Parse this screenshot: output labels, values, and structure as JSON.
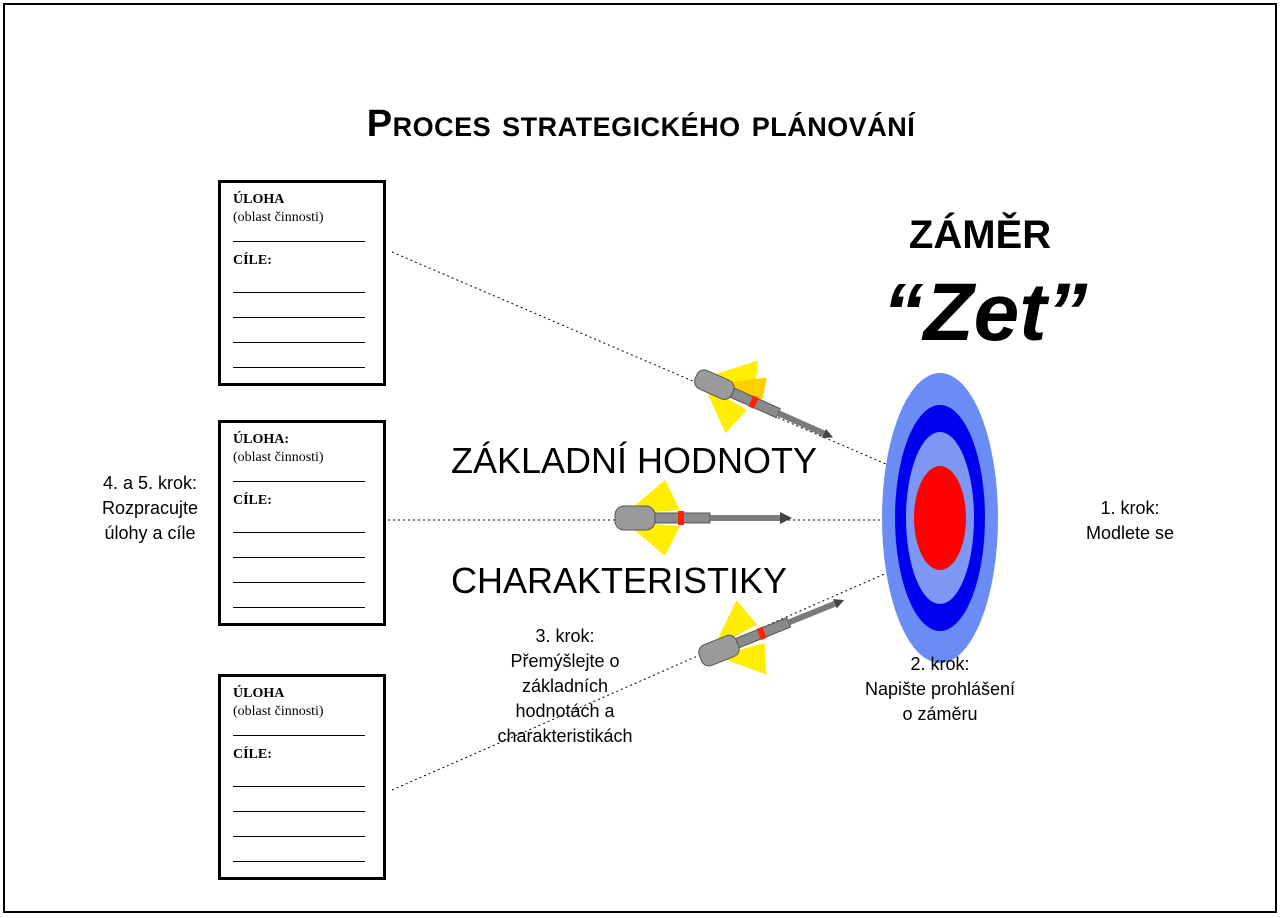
{
  "title": "Proces strategického plánování",
  "zamer": {
    "heading": "ZÁMĚR",
    "name": "“Zet”"
  },
  "cards": [
    {
      "task": "ÚLOHA",
      "task_sub": "(oblast činnosti)",
      "goals": "CÍLE:"
    },
    {
      "task": "ÚLOHA:",
      "task_sub": "(oblast činnosti)",
      "goals": "CÍLE:"
    },
    {
      "task": "ÚLOHA",
      "task_sub": "(oblast činnosti)",
      "goals": "CÍLE:"
    }
  ],
  "values_label": "ZÁKLADNÍ HODNOTY",
  "characteristics_label": "CHARAKTERISTIKY",
  "steps": {
    "step1_line1": "1. krok:",
    "step1_line2": "Modlete se",
    "step2_line1": "2. krok:",
    "step2_line2": "Napište prohlášení",
    "step2_line3": "o záměru",
    "step3_line1": "3. krok:",
    "step3_line2": "Přemýšlejte o",
    "step3_line3": "základních",
    "step3_line4": "hodnotách a",
    "step3_line5": "charakteristikách",
    "step45_line1": "4. a 5. krok:",
    "step45_line2": "Rozpracujte",
    "step45_line3": "úlohy a cíle"
  },
  "colors": {
    "target_outer": "#6b8cf5",
    "target_ring_dark": "#0000ee",
    "target_ring_light": "#7d98f4",
    "bullseye": "#ff0000",
    "dart_feather": "#ffee00",
    "dart_shaft": "#8a8a8a"
  }
}
